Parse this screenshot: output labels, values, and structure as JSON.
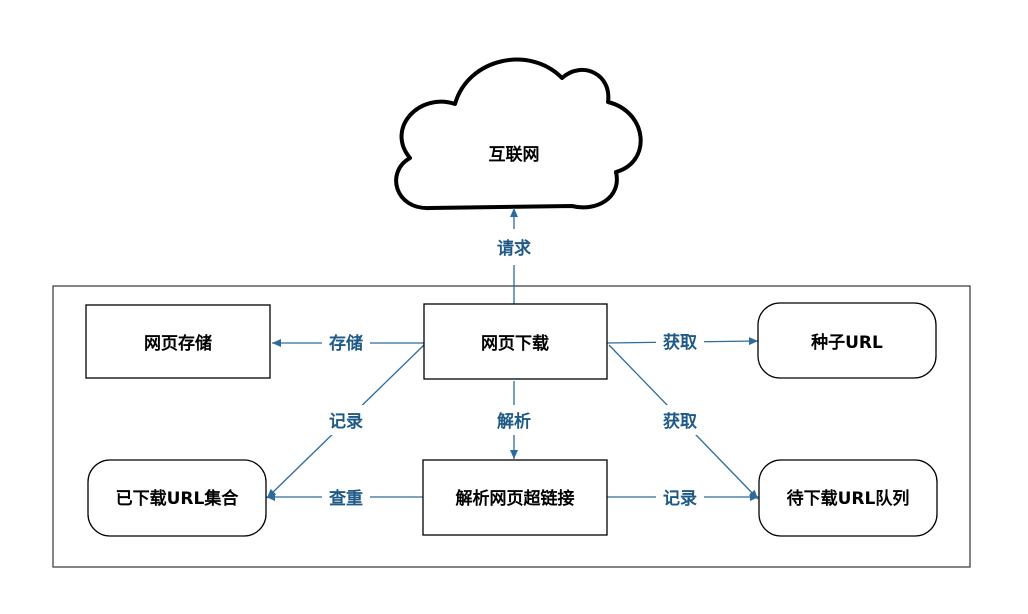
{
  "diagram": {
    "cloud": {
      "label": "互联网"
    },
    "nodes": {
      "page_storage": "网页存储",
      "page_download": "网页下载",
      "seed_url": "种子URL",
      "downloaded_set": "已下载URL集合",
      "parse_links": "解析网页超链接",
      "pending_queue": "待下载URL队列"
    },
    "edges": {
      "request": "请求",
      "store": "存储",
      "fetch_seed": "获取",
      "record_downloaded": "记录",
      "parse": "解析",
      "fetch_queue": "获取",
      "dedup": "查重",
      "record_queue": "记录"
    },
    "colors": {
      "arrow": "#2f6b9a",
      "label": "#1f5a87",
      "stroke": "#000000"
    }
  }
}
